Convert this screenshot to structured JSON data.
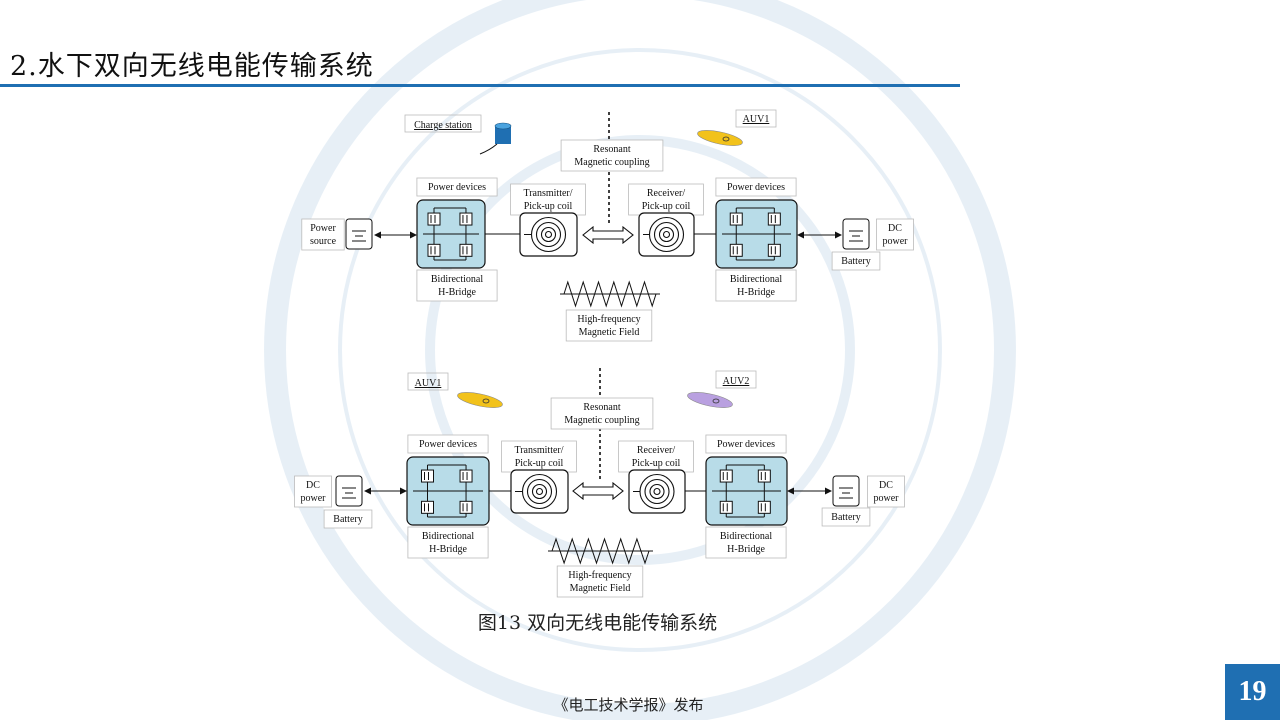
{
  "slide": {
    "title": "2.水下双向无线电能传输系统",
    "caption": "图13 双向无线电能传输系统",
    "footer": "《电工技术学报》发布",
    "page_number": "19"
  },
  "diagram": {
    "top": {
      "charge_station": "Charge station",
      "auv": "AUV1",
      "coupling": [
        "Resonant",
        "Magnetic coupling"
      ],
      "left_device": "Power devices",
      "right_device": "Power devices",
      "left_coil": [
        "Transmitter/",
        "Pick-up coil"
      ],
      "right_coil": [
        "Receiver/",
        "Pick-up coil"
      ],
      "left_bridge": [
        "Bidirectional",
        "H-Bridge"
      ],
      "right_bridge": [
        "Bidirectional",
        "H-Bridge"
      ],
      "source": [
        "Power",
        "source"
      ],
      "sink": [
        "DC",
        "power"
      ],
      "battery": "Battery",
      "field": [
        "High-frequency",
        "Magnetic Field"
      ]
    },
    "bottom": {
      "auv_left": "AUV1",
      "auv_right": "AUV2",
      "coupling": [
        "Resonant",
        "Magnetic coupling"
      ],
      "left_device": "Power devices",
      "right_device": "Power devices",
      "left_coil": [
        "Transmitter/",
        "Pick-up coil"
      ],
      "right_coil": [
        "Receiver/",
        "Pick-up coil"
      ],
      "left_bridge": [
        "Bidirectional",
        "H-Bridge"
      ],
      "right_bridge": [
        "Bidirectional",
        "H-Bridge"
      ],
      "left_source": [
        "DC",
        "power"
      ],
      "right_source": [
        "DC",
        "power"
      ],
      "left_battery": "Battery",
      "right_battery": "Battery",
      "field": [
        "High-frequency",
        "Magnetic Field"
      ]
    },
    "colors": {
      "bridge_fill": "#b8dce8",
      "auv_yellow": "#f2c21b",
      "auv_purple": "#b9a0e0",
      "station_blue": "#1f6fb2",
      "accent": "#1f6fb2"
    }
  }
}
